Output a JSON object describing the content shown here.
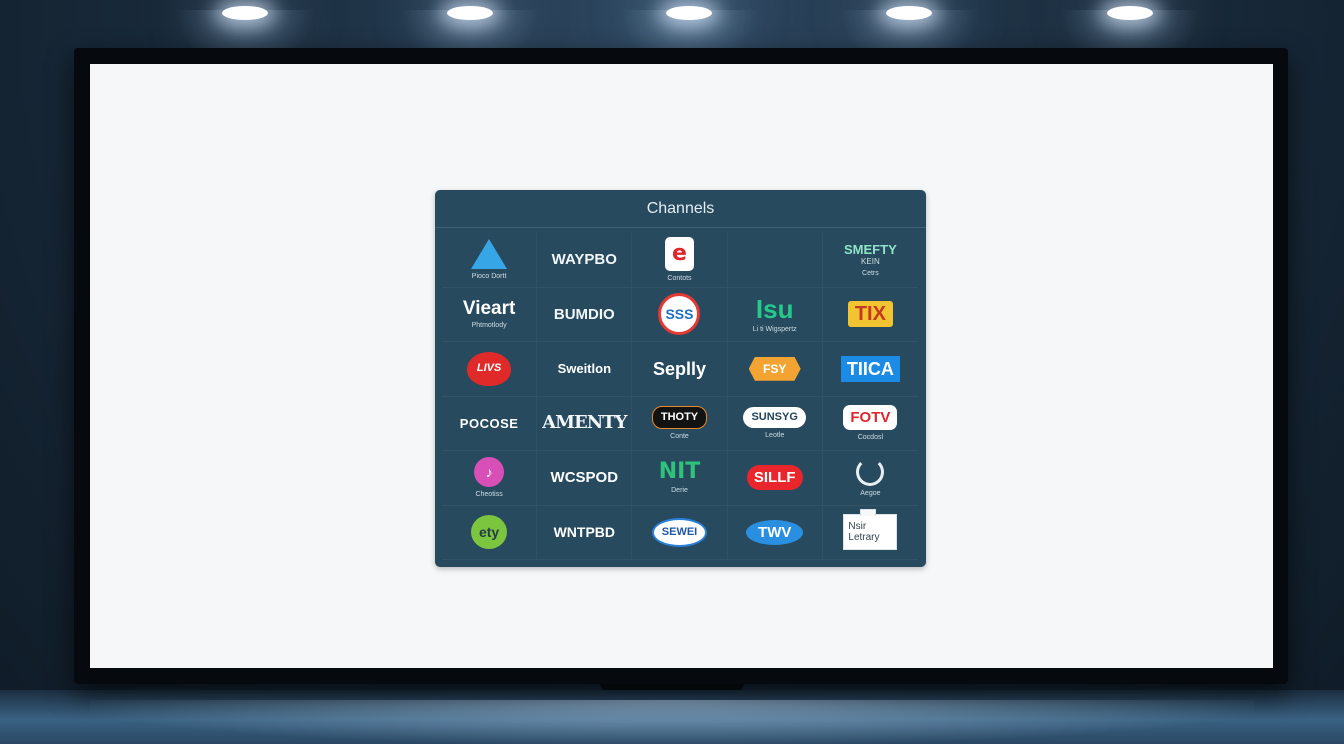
{
  "app": {
    "title": "LISTV M3U"
  },
  "panel": {
    "header": "Channels"
  },
  "channels": [
    {
      "name": "",
      "subtitle": "Pioco Dortt",
      "icon": "triangle-a-logo"
    },
    {
      "name": "WAYPBO",
      "subtitle": ""
    },
    {
      "name": "e",
      "subtitle": "Contots",
      "icon": "e-logo"
    },
    {
      "name": "",
      "subtitle": ""
    },
    {
      "name": "SMEFTY",
      "subtitle": "Cetrs",
      "extra": "KEIN"
    },
    {
      "name": "Vieart",
      "subtitle": "Phtmotlody"
    },
    {
      "name": "BUMDIO",
      "subtitle": ""
    },
    {
      "name": "SSS",
      "subtitle": ""
    },
    {
      "name": "Isu",
      "subtitle": "Li ti Wigspertz"
    },
    {
      "name": "TIX",
      "subtitle": ""
    },
    {
      "name": "LIVS",
      "subtitle": "",
      "icon": "heart-logo"
    },
    {
      "name": "Sweitlon",
      "subtitle": ""
    },
    {
      "name": "Seplly",
      "subtitle": ""
    },
    {
      "name": "FSY",
      "subtitle": ""
    },
    {
      "name": "TIICA",
      "subtitle": ""
    },
    {
      "name": "POCOSE",
      "subtitle": ""
    },
    {
      "name": "AMENTY",
      "subtitle": ""
    },
    {
      "name": "THOTY",
      "subtitle": "Conte"
    },
    {
      "name": "SUNSYG",
      "subtitle": "Leotle"
    },
    {
      "name": "FOTV",
      "subtitle": "Cocdosl"
    },
    {
      "name": "",
      "subtitle": "Cheotiss",
      "icon": "pink-circle-logo"
    },
    {
      "name": "WCSPOD",
      "subtitle": ""
    },
    {
      "name": "NIT",
      "subtitle": "Derie"
    },
    {
      "name": "SILLF",
      "subtitle": ""
    },
    {
      "name": "",
      "subtitle": "Aegoe",
      "icon": "ring-logo"
    },
    {
      "name": "ety",
      "subtitle": ""
    },
    {
      "name": "WNTPBD",
      "subtitle": ""
    },
    {
      "name": "SEWEI",
      "subtitle": ""
    },
    {
      "name": "TWV",
      "subtitle": ""
    },
    {
      "name": "Nsir",
      "subtitle": "",
      "extra": "Letrary"
    }
  ]
}
